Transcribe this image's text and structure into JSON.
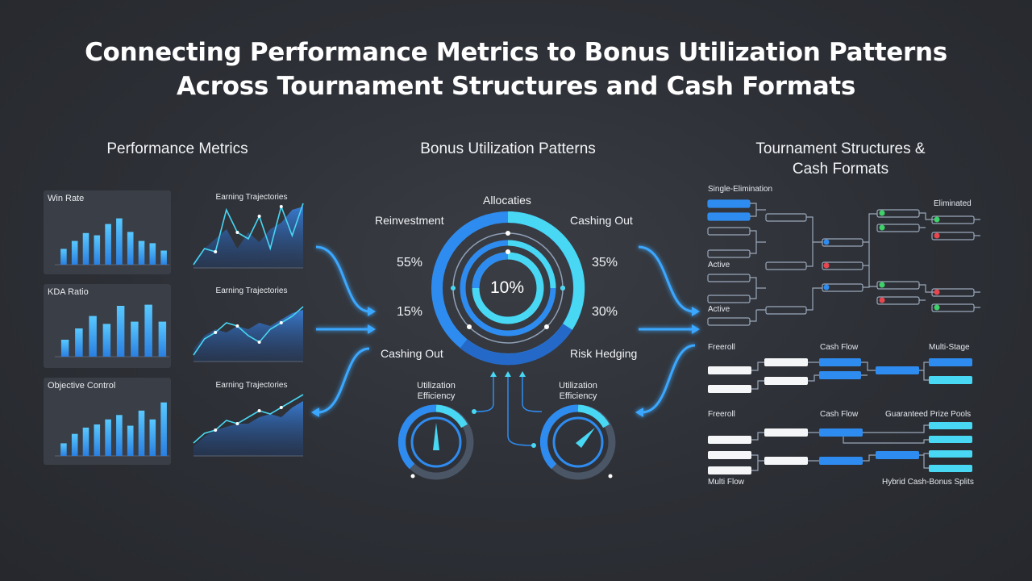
{
  "title_line1": "Connecting Performance Metrics to Bonus Utilization Patterns",
  "title_line2": "Across Tournament Structures and Cash Formats",
  "sections": {
    "performance": "Performance Metrics",
    "bonus": "Bonus Utilization Patterns",
    "tournament_line1": "Tournament Structures &",
    "tournament_line2": "Cash Formats"
  },
  "bar_panels": [
    {
      "label": "Win Rate",
      "values": [
        0.28,
        0.42,
        0.56,
        0.52,
        0.72,
        0.82,
        0.58,
        0.42,
        0.38,
        0.25
      ]
    },
    {
      "label": "KDA Ratio",
      "values": [
        0.3,
        0.5,
        0.72,
        0.58,
        0.9,
        0.62,
        0.92,
        0.62
      ]
    },
    {
      "label": "Objective Control",
      "values": [
        0.2,
        0.35,
        0.45,
        0.5,
        0.58,
        0.65,
        0.48,
        0.72,
        0.58,
        0.85
      ]
    }
  ],
  "trajectory_panels": [
    {
      "label": "Earning Trajectories"
    },
    {
      "label": "Earning Trajectories"
    },
    {
      "label": "Earning Trajectories"
    }
  ],
  "ring": {
    "top": "Allocaties",
    "left_top": "Reinvestment",
    "right_top": "Cashing Out",
    "left_mid_pct": "55%",
    "right_mid_pct": "35%",
    "left_low_pct": "15%",
    "right_low_pct": "30%",
    "left_bottom": "Cashing Out",
    "right_bottom": "Risk Hedging",
    "center": "10%"
  },
  "gauges": [
    {
      "line1": "Utilization",
      "line2": "Efficiency"
    },
    {
      "line1": "Utilization",
      "line2": "Efficiency"
    }
  ],
  "bracket": {
    "single_elim": "Single-Elimination",
    "eliminated": "Eliminated",
    "active1": "Active",
    "active2": "Active",
    "freeroll1": "Freeroll",
    "cashflow1": "Cash Flow",
    "multistage": "Multi-Stage",
    "freeroll2": "Freeroll",
    "cashflow2": "Cash Flow",
    "guaranteed": "Guaranteed Prize Pools",
    "multiflow": "Multi Flow",
    "hybrid": "Hybrid Cash-Bonus Splits"
  },
  "colors": {
    "accent": "#2e8cf0",
    "cyan": "#3fd3f0",
    "panel": "#3a3e46",
    "green": "#3fd06a",
    "red": "#e8464e"
  }
}
